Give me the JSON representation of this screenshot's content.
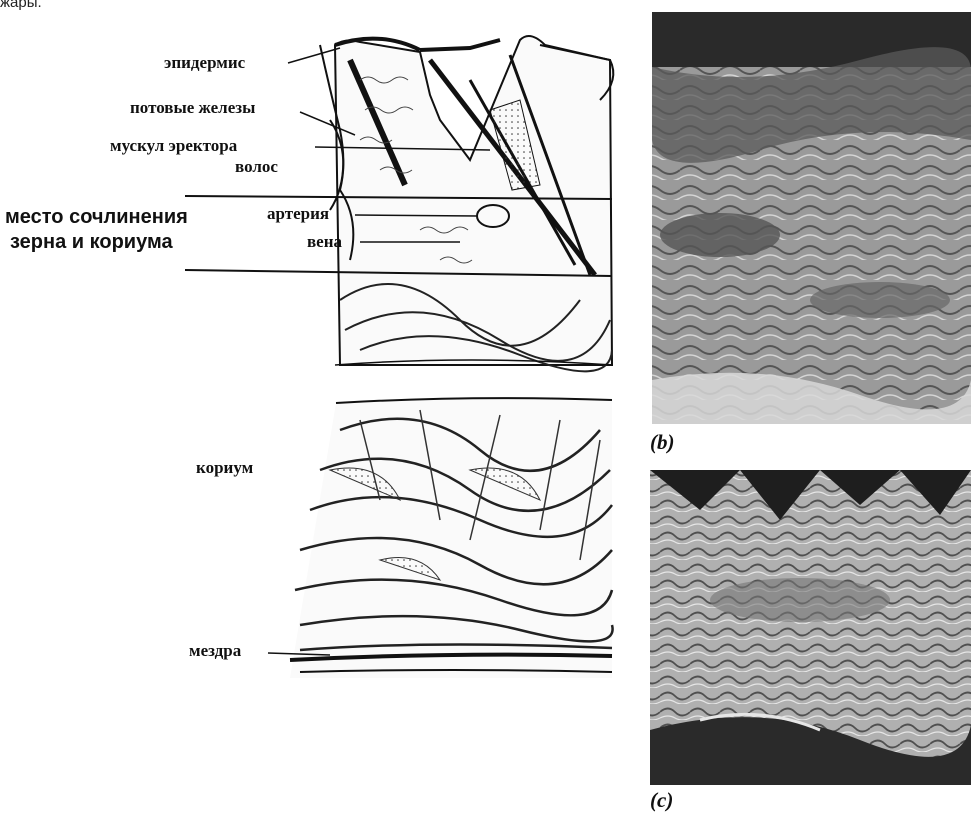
{
  "top_fragment": "жары.",
  "labels": {
    "epidermis": "эпидермис",
    "sweat_glands": "потовые железы",
    "erector_muscle_line1": "мускул эректора",
    "erector_muscle_line2": "волос",
    "junction_line1": "место сочлинения",
    "junction_line2": "зерна и кориума",
    "artery": "артерия",
    "vein": "вена",
    "corium": "кориум",
    "flesh": "мездра"
  },
  "captions": {
    "b": "(b)",
    "c": "(c)"
  },
  "colors": {
    "ink": "#111111",
    "paper": "#ffffff",
    "photo_dark": "#2a2a2a",
    "photo_mid": "#8a8a8a",
    "photo_light": "#d8d8d8"
  }
}
